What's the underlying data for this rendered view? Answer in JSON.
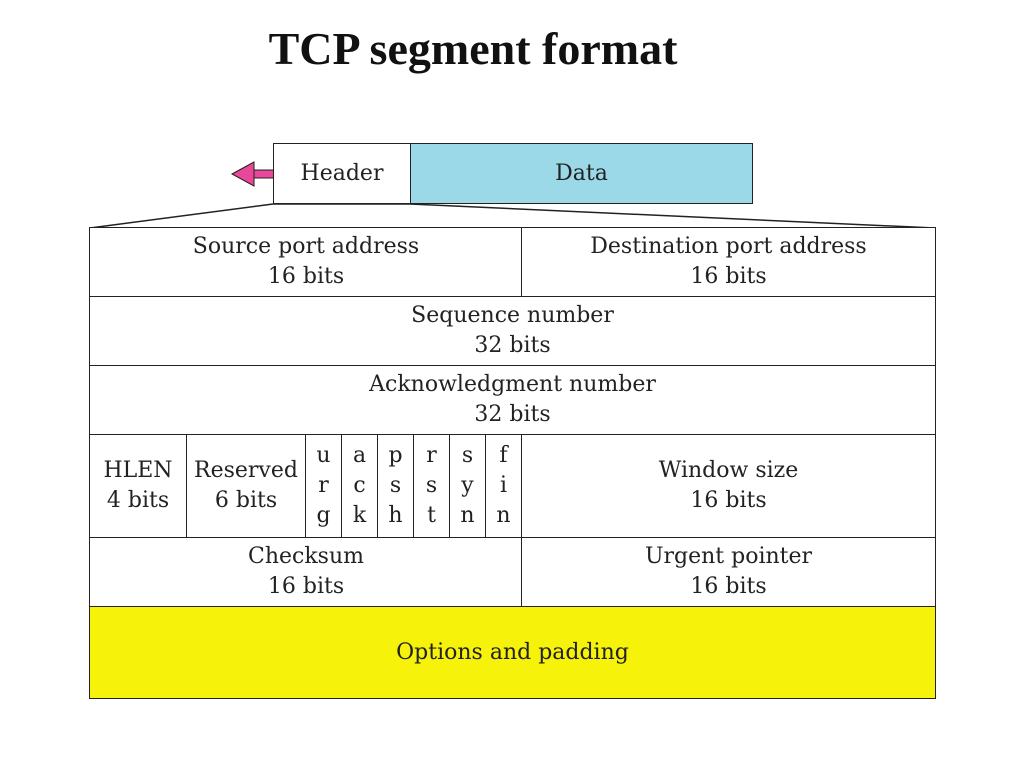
{
  "title": "TCP segment format",
  "segment": {
    "header": "Header",
    "data": "Data"
  },
  "fields": {
    "source_port": {
      "name": "Source port address",
      "size": "16 bits"
    },
    "dest_port": {
      "name": "Destination port address",
      "size": "16 bits"
    },
    "sequence": {
      "name": "Sequence number",
      "size": "32 bits"
    },
    "ack": {
      "name": "Acknowledgment number",
      "size": "32 bits"
    },
    "hlen": {
      "name": "HLEN",
      "size": "4 bits"
    },
    "reserved": {
      "name": "Reserved",
      "size": "6 bits"
    },
    "flags": [
      {
        "l1": "u",
        "l2": "r",
        "l3": "g"
      },
      {
        "l1": "a",
        "l2": "c",
        "l3": "k"
      },
      {
        "l1": "p",
        "l2": "s",
        "l3": "h"
      },
      {
        "l1": "r",
        "l2": "s",
        "l3": "t"
      },
      {
        "l1": "s",
        "l2": "y",
        "l3": "n"
      },
      {
        "l1": "f",
        "l2": "i",
        "l3": "n"
      }
    ],
    "window": {
      "name": "Window size",
      "size": "16 bits"
    },
    "checksum": {
      "name": "Checksum",
      "size": "16 bits"
    },
    "urgent": {
      "name": "Urgent pointer",
      "size": "16 bits"
    },
    "options": "Options and padding"
  },
  "colors": {
    "data_fill": "#9bd9e8",
    "options_fill": "#f7f20a",
    "arrow": "#e8479a"
  }
}
